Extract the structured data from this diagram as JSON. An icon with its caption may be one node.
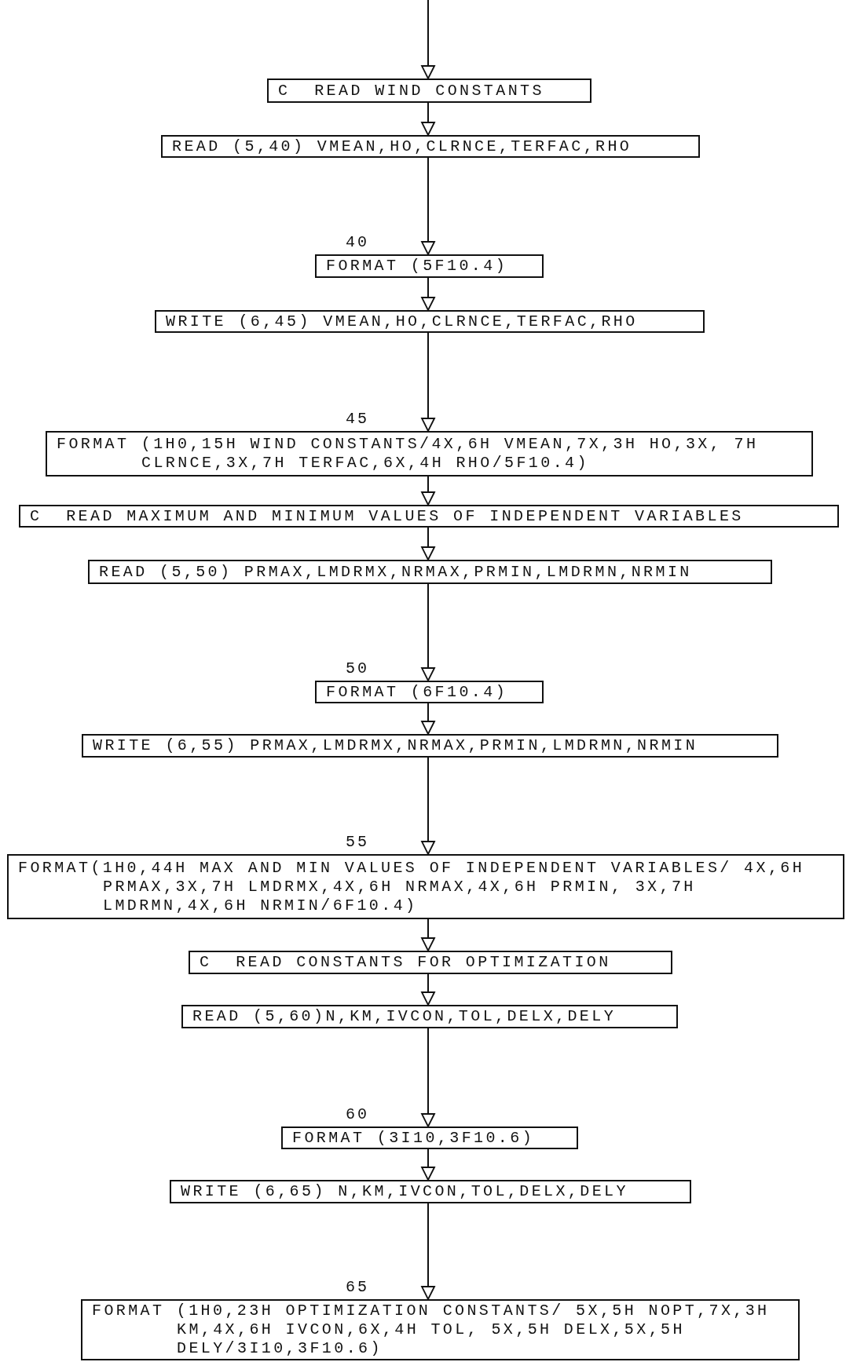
{
  "diagram": {
    "nodes": [
      {
        "text": [
          "C  READ WIND CONSTANTS"
        ]
      },
      {
        "text": [
          "READ (5,40) VMEAN,HO,CLRNCE,TERFAC,RHO"
        ]
      },
      {
        "text": [
          "FORMAT (5F10.4)"
        ],
        "beside": [
          "40"
        ]
      },
      {
        "text": [
          "WRITE (6,45) VMEAN,HO,CLRNCE,TERFAC,RHO"
        ]
      },
      {
        "text": [
          "FORMAT (1H0,15H WIND CONSTANTS/4X,6H VMEAN,7X,3H HO,3X, 7H CLRNCE,3X,7H TERFAC,6X,4H RHO/5F10.4)"
        ],
        "beside": [
          "45"
        ]
      },
      {
        "text": [
          "C  READ MAXIMUM AND MINIMUM VALUES OF INDEPENDENT VARIABLES"
        ]
      },
      {
        "text": [
          "READ (5,50) PRMAX,LMDRMX,NRMAX,PRMIN,LMDRMN,NRMIN"
        ]
      },
      {
        "text": [
          "FORMAT (6F10.4)"
        ],
        "beside": [
          "50"
        ]
      },
      {
        "text": [
          "WRITE (6,55) PRMAX,LMDRMX,NRMAX,PRMIN,LMDRMN,NRMIN"
        ]
      },
      {
        "text": [
          "FORMAT(1H0,44H MAX AND MIN VALUES OF INDEPENDENT VARIABLES/ 4X,6H PRMAX,3X,7H LMDRMX,4X,6H NRMAX,4X,6H PRMIN, 3X,7H LMDRMN,4X,6H NRMIN/6F10.4)"
        ],
        "beside": [
          "55"
        ]
      },
      {
        "text": [
          "C  READ CONSTANTS FOR OPTIMIZATION"
        ]
      },
      {
        "text": [
          "READ (5,60)N,KM,IVCON,TOL,DELX,DELY"
        ]
      },
      {
        "text": [
          "FORMAT (3I10,3F10.6)"
        ],
        "beside": [
          "60"
        ]
      },
      {
        "text": [
          "WRITE (6,65) N,KM,IVCON,TOL,DELX,DELY"
        ]
      },
      {
        "text": [
          "FORMAT (1H0,23H OPTIMIZATION CONSTANTS/ 5X,5H NOPT,7X,3H KM,4X,6H IVCON,6X,4H TOL, 5X,5H DELX,5X,5H DELY/3I10,3F10.6)"
        ],
        "beside": [
          "65"
        ]
      }
    ],
    "edges": [
      {
        "from": null,
        "to": 0,
        "arrow": "to"
      },
      {
        "from": 0,
        "to": 1,
        "arrow": "to"
      },
      {
        "from": 1,
        "to": 2,
        "arrow": "to"
      },
      {
        "from": 2,
        "to": 3,
        "arrow": "to"
      },
      {
        "from": 3,
        "to": 4,
        "arrow": "to"
      },
      {
        "from": 4,
        "to": 5,
        "arrow": "to"
      },
      {
        "from": 5,
        "to": 6,
        "arrow": "to"
      },
      {
        "from": 6,
        "to": 7,
        "arrow": "to"
      },
      {
        "from": 7,
        "to": 8,
        "arrow": "to"
      },
      {
        "from": 8,
        "to": 9,
        "arrow": "to"
      },
      {
        "from": 9,
        "to": 10,
        "arrow": "to"
      },
      {
        "from": 10,
        "to": 11,
        "arrow": "to"
      },
      {
        "from": 11,
        "to": 12,
        "arrow": "to"
      },
      {
        "from": 12,
        "to": 13,
        "arrow": "to"
      },
      {
        "from": 13,
        "to": 14,
        "arrow": "to"
      }
    ]
  }
}
